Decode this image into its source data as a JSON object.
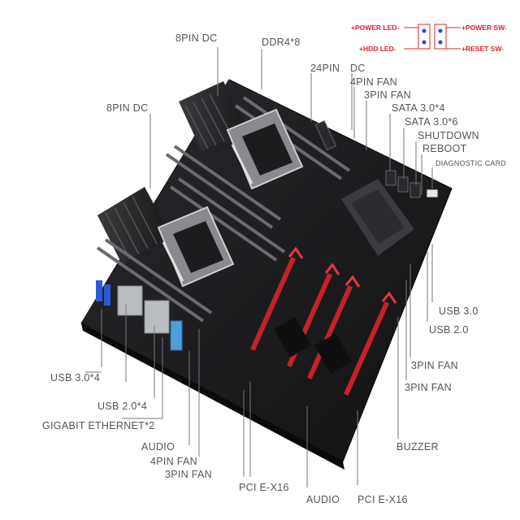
{
  "labels": {
    "pin_8pin_dc_top": "8PIN DC",
    "ddr4": "DDR4*8",
    "pin_24pin": "24PIN",
    "dc": "DC",
    "fan_4pin_top": "4PIN FAN",
    "fan_3pin_top": "3PIN FAN",
    "sata30x4": "SATA 3.0*4",
    "sata30x6": "SATA 3.0*6",
    "shutdown": "SHUTDOWN",
    "reboot": "REBOOT",
    "diagnostic_card": "DIAGNOSTIC CARD",
    "pin_8pin_dc_left": "8PIN DC",
    "usb30_right": "USB 3.0",
    "usb20_right": "USB 2.0",
    "fan_3pin_right_1": "3PIN FAN",
    "fan_3pin_right_2": "3PIN FAN",
    "buzzer": "BUZZER",
    "usb30x4": "USB 3.0*4",
    "usb20x4": "USB 2.0*4",
    "gigabit": "GIGABIT ETHERNET*2",
    "audio_left": "AUDIO",
    "fan_4pin_bottom": "4PIN FAN",
    "fan_3pin_bottom": "3PIN FAN",
    "pcie_left": "PCI E-X16",
    "audio_bottom": "AUDIO",
    "pcie_right": "PCI E-X16"
  },
  "front_panel": {
    "power_led": "+POWER LED-",
    "power_sw": "+POWER SW-",
    "hdd_led": "+HDD LED-",
    "reset_sw": "+RESET SW-"
  },
  "colors": {
    "label_text": "#555555",
    "front_panel_red": "#e0202a",
    "front_panel_blue": "#1f4fc8",
    "board": "#1b1b1d",
    "pcie_slot": "#c8202a"
  }
}
